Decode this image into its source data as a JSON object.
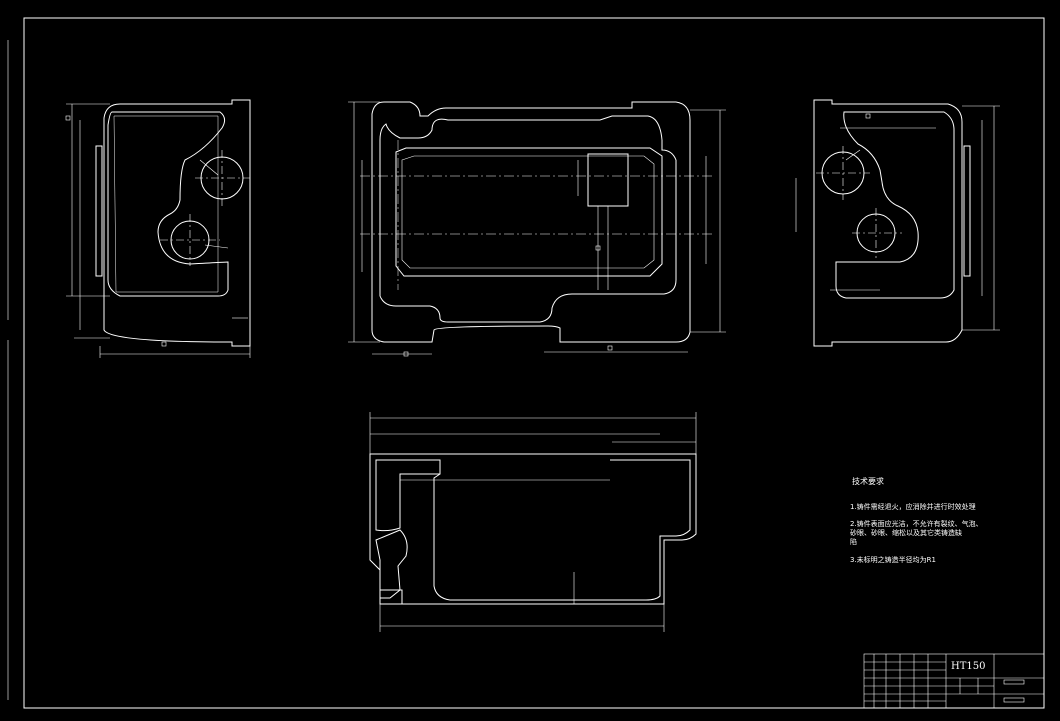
{
  "title_block": {
    "material": "HT150"
  },
  "tech_requirements": {
    "title": "技术要求",
    "items": [
      "1.铸件需经退火，应消除并进行时效处理",
      "2.铸件表面应光洁，不允许有裂纹、气泡、",
      "   砂眼、砂眼、缩松以及其它类铸造缺",
      "   陷",
      "3.未标明之铸造半径均为R1"
    ]
  },
  "colors": {
    "background": "#000000",
    "line": "#ffffff"
  }
}
